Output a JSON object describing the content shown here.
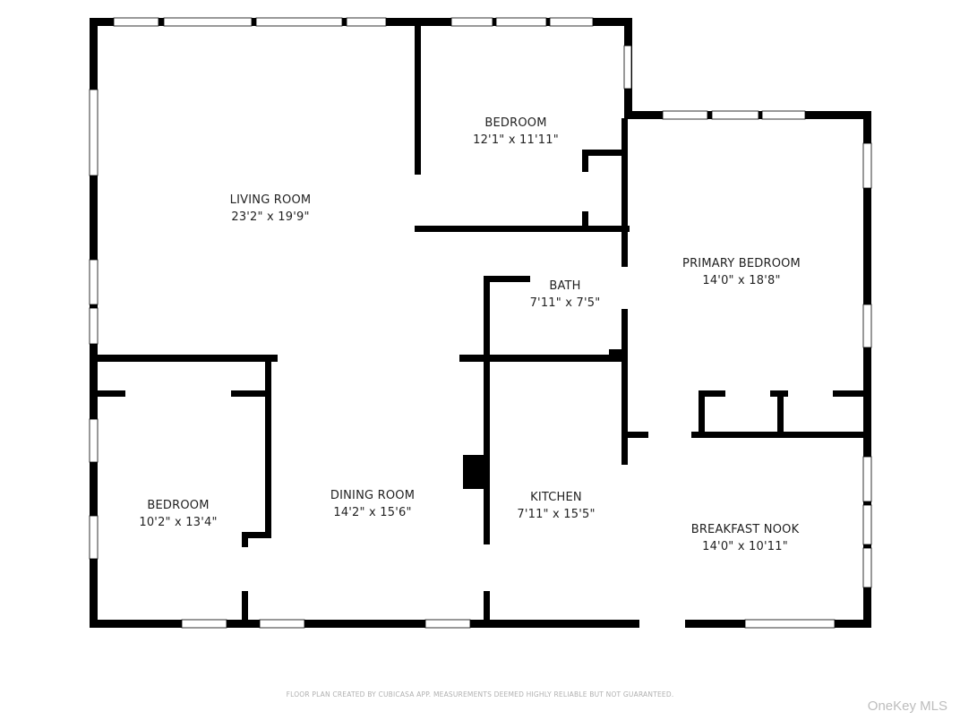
{
  "rooms": [
    {
      "name": "LIVING ROOM",
      "dims": "23'2\" x 19'9\""
    },
    {
      "name": "BEDROOM",
      "dims": "12'1\" x 11'11\""
    },
    {
      "name": "PRIMARY BEDROOM",
      "dims": "14'0\" x 18'8\""
    },
    {
      "name": "BATH",
      "dims": "7'11\" x 7'5\""
    },
    {
      "name": "BEDROOM",
      "dims": "10'2\" x 13'4\""
    },
    {
      "name": "DINING ROOM",
      "dims": "14'2\" x 15'6\""
    },
    {
      "name": "KITCHEN",
      "dims": "7'11\" x 15'5\""
    },
    {
      "name": "BREAKFAST NOOK",
      "dims": "14'0\" x 10'11\""
    }
  ],
  "footer": {
    "disclaimer": "FLOOR PLAN CREATED BY CUBICASA APP. MEASUREMENTS DEEMED HIGHLY RELIABLE BUT NOT GUARANTEED.",
    "watermark": "OneKey MLS"
  },
  "colors": {
    "wall": "#000000",
    "window": "#ffffff",
    "text": "#222222"
  }
}
